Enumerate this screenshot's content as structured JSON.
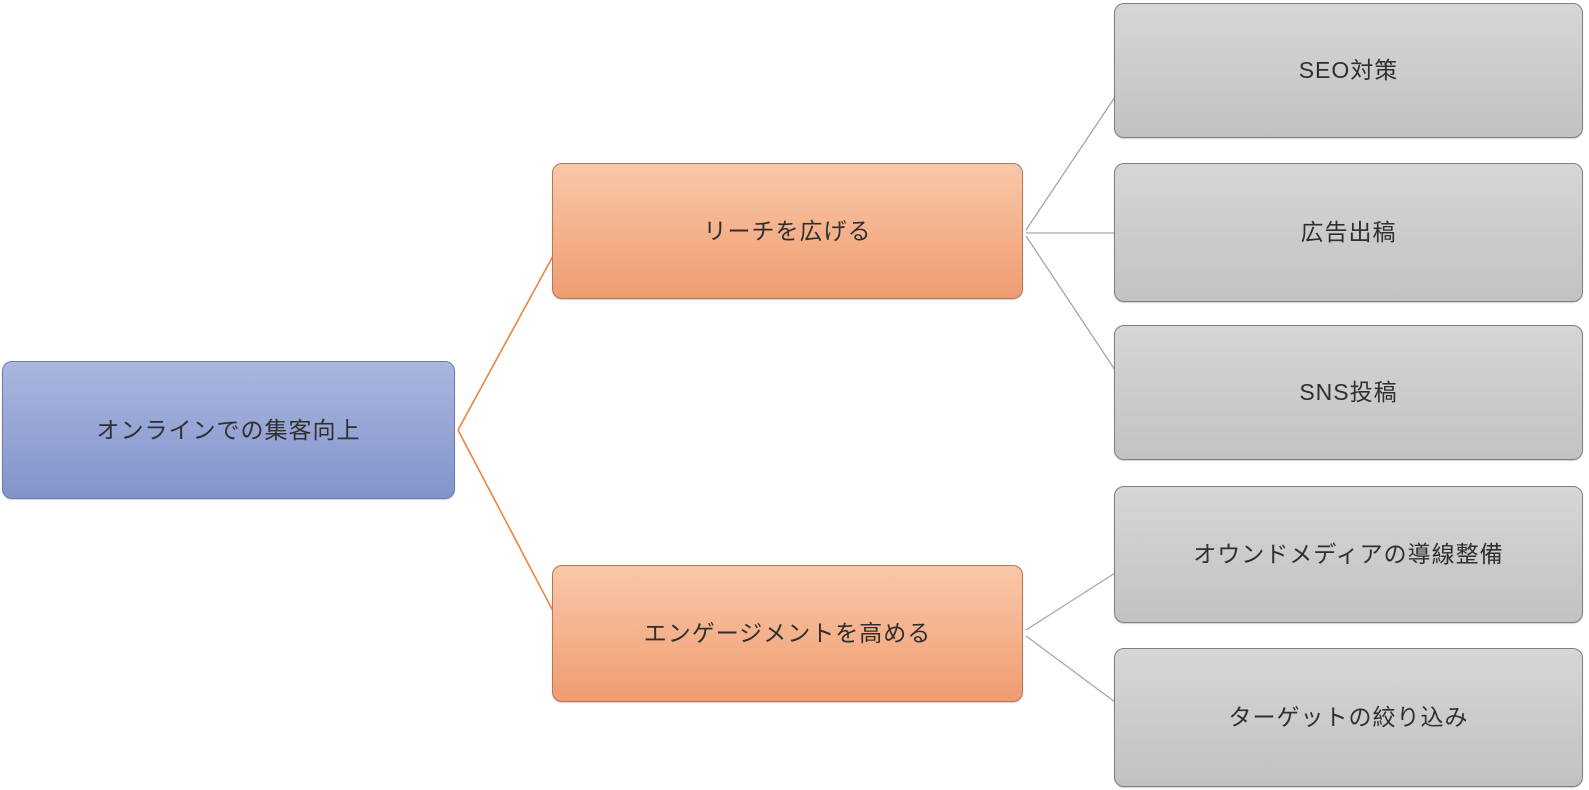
{
  "diagram": {
    "type": "horizontal-hierarchy-smartart",
    "root": {
      "label": "オンラインでの集客向上"
    },
    "branches": [
      {
        "label": "リーチを広げる",
        "children": [
          {
            "label": "SEO対策"
          },
          {
            "label": "広告出稿"
          },
          {
            "label": "SNS投稿"
          }
        ]
      },
      {
        "label": "エンゲージメントを高める",
        "children": [
          {
            "label": "オウンドメディアの導線整備"
          },
          {
            "label": "ターゲットの絞り込み"
          }
        ]
      }
    ],
    "colors": {
      "root_fill_top": "#abb6e0",
      "root_fill_bottom": "#8294ca",
      "root_border": "#6d7ba6",
      "branch_fill_top": "#f9c8a9",
      "branch_fill_bottom": "#f09c70",
      "branch_border": "#b5765a",
      "branch_connector": "#ed8440",
      "leaf_fill_top": "#d6d6d6",
      "leaf_fill_bottom": "#c2c2c2",
      "leaf_border": "#7f7f7f",
      "leaf_connector": "#a6a6a6",
      "text": "#2f2f2f"
    }
  }
}
